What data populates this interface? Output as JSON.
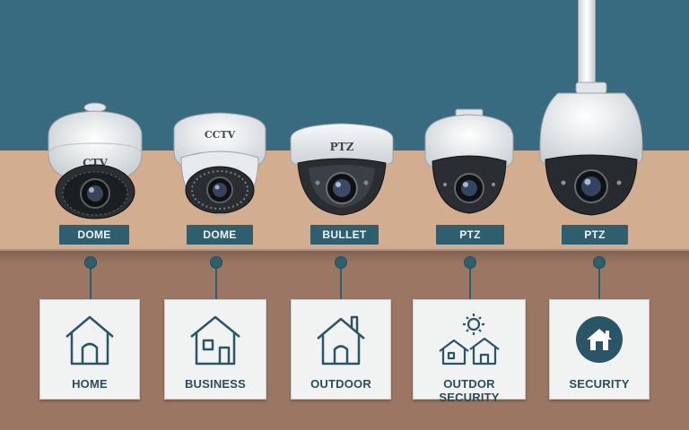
{
  "cameras": [
    {
      "label": "DOME",
      "housing_text": "CTV"
    },
    {
      "label": "DOME",
      "housing_text": "CCTV"
    },
    {
      "label": "BULLET",
      "housing_text": "PTZ"
    },
    {
      "label": "PTZ",
      "housing_text": ""
    },
    {
      "label": "PTZ",
      "housing_text": ""
    }
  ],
  "uses": [
    {
      "label": "HOME",
      "icon": "house-icon"
    },
    {
      "label": "BUSINESS",
      "icon": "building-icon"
    },
    {
      "label": "OUTDOOR",
      "icon": "house-chimney-icon"
    },
    {
      "label": "OUTDOR SECURITY",
      "icon": "houses-sun-icon"
    },
    {
      "label": "SECURITY",
      "icon": "security-house-icon"
    }
  ],
  "colors": {
    "wall": "#386a80",
    "ledge": "#d3ad90",
    "lower_wall": "#9b7763",
    "tag": "#2f5f6e",
    "card": "#f1f3f3",
    "icon": "#2a5566"
  }
}
